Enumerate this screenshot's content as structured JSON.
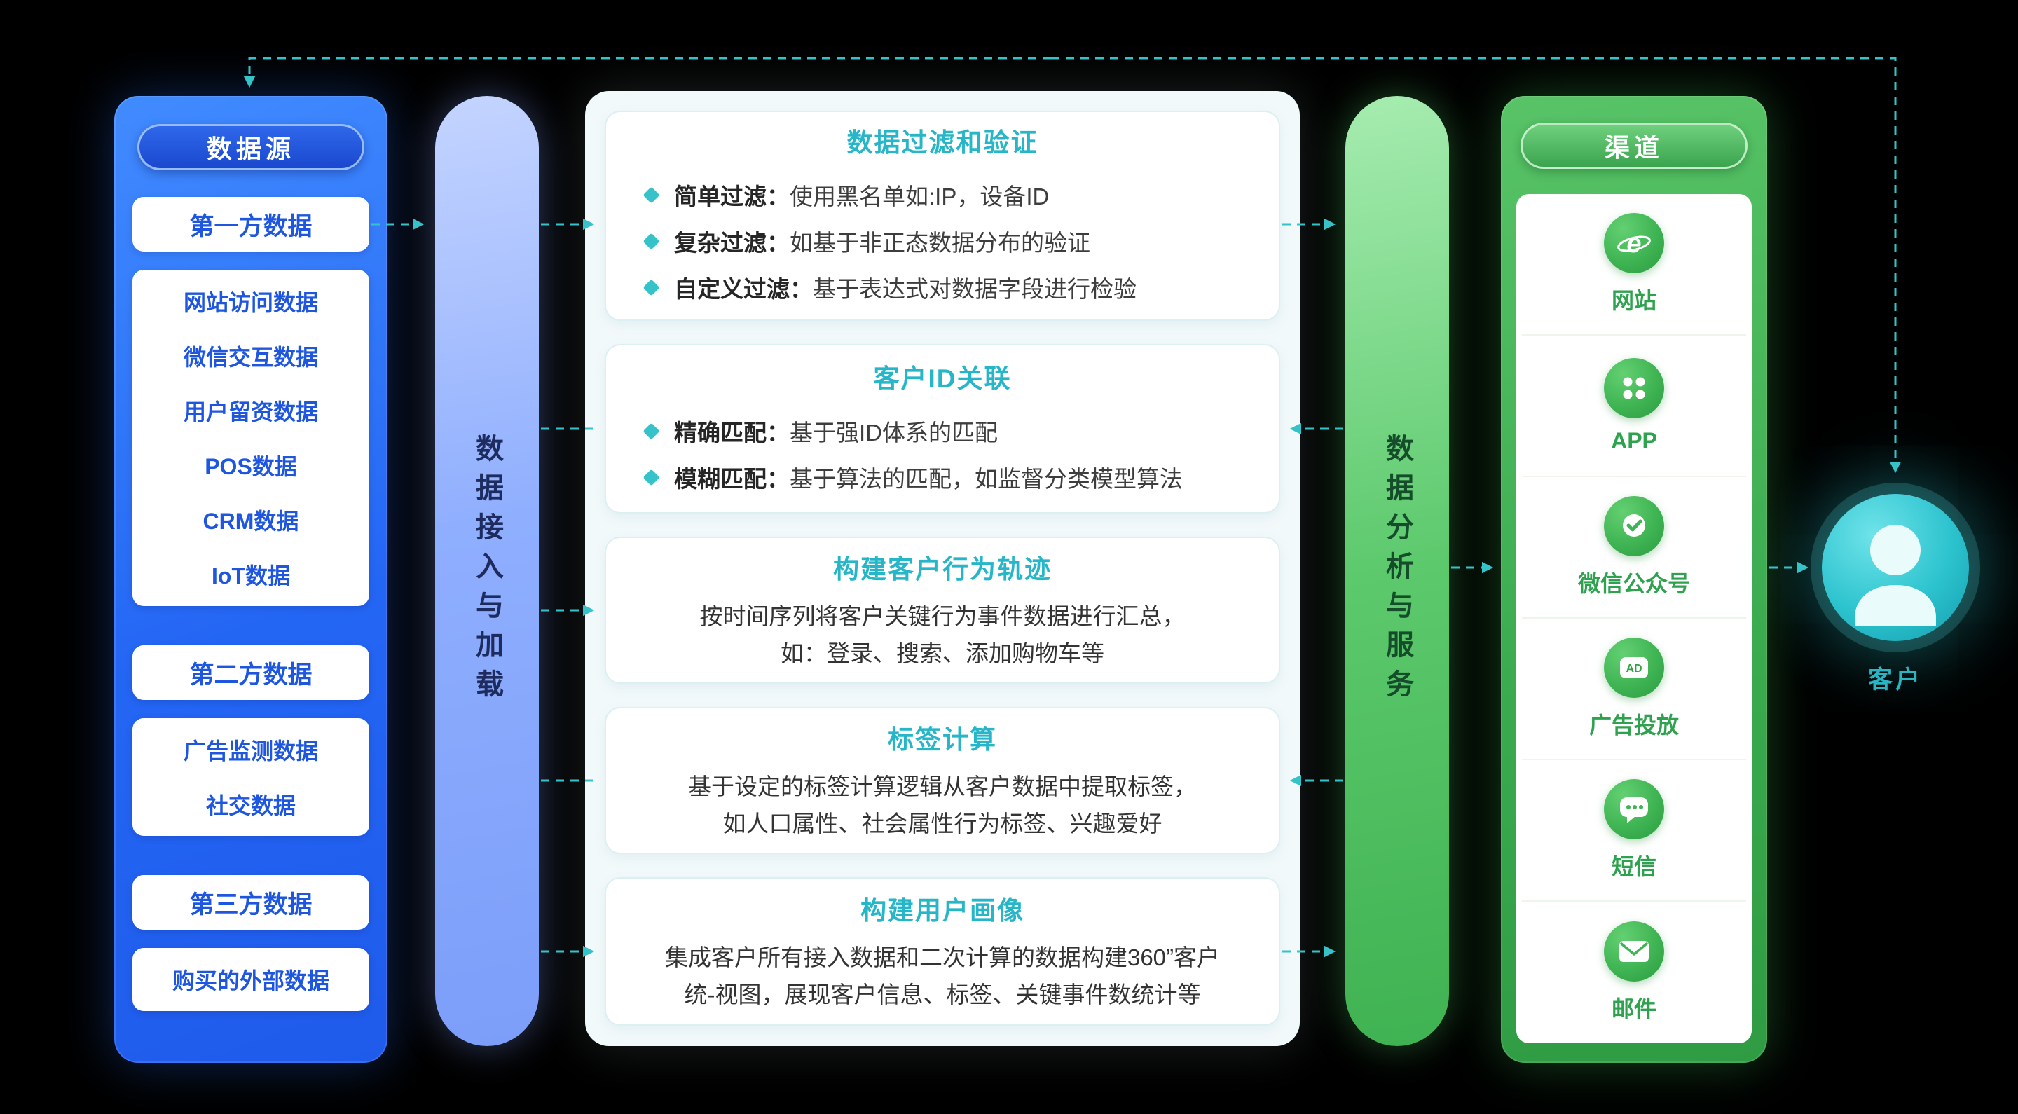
{
  "palette": {
    "teal": "#35C3C9",
    "blue_panel": "#2466F4",
    "blue_text": "#1E56E0",
    "green_panel": "#3BAA4E",
    "green_text": "#2FA24F"
  },
  "data_sources": {
    "title": "数据源",
    "groups": [
      {
        "label": "第一方数据",
        "items": [
          "网站访问数据",
          "微信交互数据",
          "用户留资数据",
          "POS数据",
          "CRM数据",
          "IoT数据"
        ]
      },
      {
        "label": "第二方数据",
        "items": [
          "广告监测数据",
          "社交数据"
        ]
      },
      {
        "label": "第三方数据",
        "items": [
          "购买的外部数据"
        ]
      }
    ]
  },
  "ingest_bar": {
    "label": "数据接入与加载"
  },
  "processing": {
    "boxes": [
      {
        "title": "数据过滤和验证",
        "bullets": [
          {
            "term": "简单过滤：",
            "desc": "使用黑名单如:IP，设备ID"
          },
          {
            "term": "复杂过滤：",
            "desc": "如基于非正态数据分布的验证"
          },
          {
            "term": "自定义过滤：",
            "desc": "基于表达式对数据字段进行检验"
          }
        ]
      },
      {
        "title": "客户ID关联",
        "bullets": [
          {
            "term": "精确匹配：",
            "desc": "基于强ID体系的匹配"
          },
          {
            "term": "模糊匹配：",
            "desc": "基于算法的匹配，如监督分类模型算法"
          }
        ]
      },
      {
        "title": "构建客户行为轨迹",
        "paragraph": "按时间序列将客户关键行为事件数据进行汇总，\n如：登录、搜索、添加购物车等"
      },
      {
        "title": "标签计算",
        "paragraph": "基于设定的标签计算逻辑从客户数据中提取标签，\n如人口属性、社会属性行为标签、兴趣爱好"
      },
      {
        "title": "构建用户画像",
        "paragraph": "集成客户所有接入数据和二次计算的数据构建360”客户\n统-视图，展现客户信息、标签、关键事件数统计等"
      }
    ]
  },
  "analysis_bar": {
    "label": "数据分析与服务"
  },
  "channels": {
    "title": "渠道",
    "items": [
      {
        "label": "网站",
        "icon": "website-icon",
        "icon_text": "e"
      },
      {
        "label": "APP",
        "icon": "app-icon"
      },
      {
        "label": "微信公众号",
        "icon": "wechat-official-icon"
      },
      {
        "label": "广告投放",
        "icon": "ad-icon",
        "icon_text": "AD"
      },
      {
        "label": "短信",
        "icon": "sms-icon"
      },
      {
        "label": "邮件",
        "icon": "email-icon"
      }
    ]
  },
  "customer": {
    "label": "客户"
  }
}
